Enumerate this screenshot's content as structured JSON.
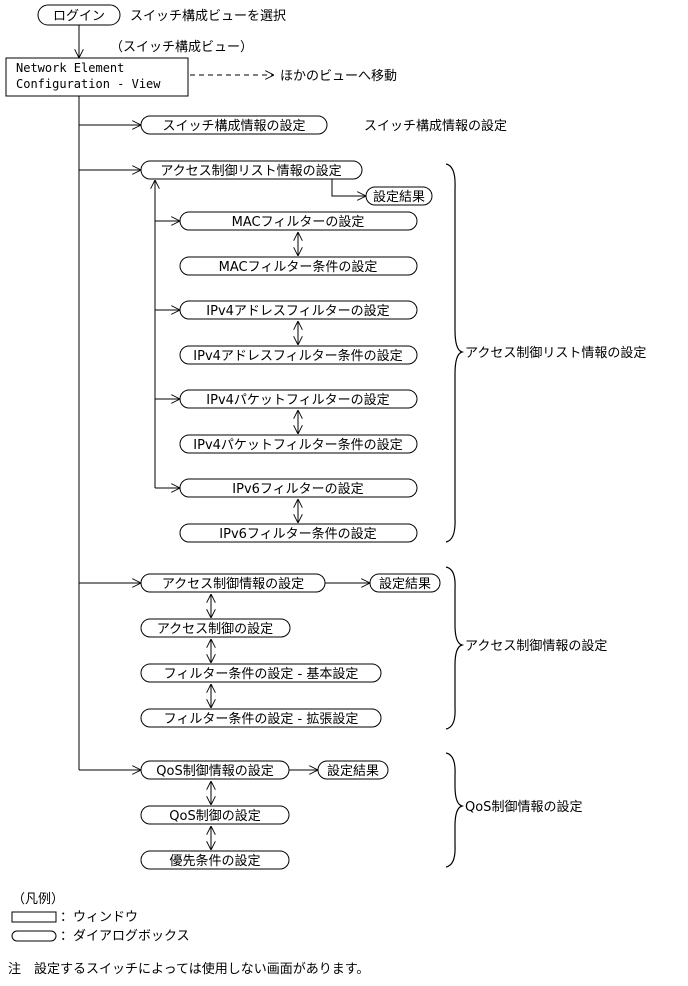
{
  "top": {
    "login_label": "ログイン",
    "select_label": "スイッチ構成ビューを選択",
    "view_caption": "（スイッチ構成ビュー）",
    "main_window_line1": "Network Element",
    "main_window_line2": "Configuration - View",
    "other_view_label": "ほかのビューへ移動"
  },
  "switch_section": {
    "dialog_label": "スイッチ構成情報の設定",
    "desc_label": "スイッチ構成情報の設定"
  },
  "acl_list_section": {
    "main_label": "アクセス制御リスト情報の設定",
    "result_label": "設定結果",
    "mac_filter": "MACフィルターの設定",
    "mac_filter_cond": "MACフィルター条件の設定",
    "ipv4_addr_filter": "IPv4アドレスフィルターの設定",
    "ipv4_addr_filter_cond": "IPv4アドレスフィルター条件の設定",
    "ipv4_packet_filter": "IPv4パケットフィルターの設定",
    "ipv4_packet_filter_cond": "IPv4パケットフィルター条件の設定",
    "ipv6_filter": "IPv6フィルターの設定",
    "ipv6_filter_cond": "IPv6フィルター条件の設定",
    "brace_label": "アクセス制御リスト情報の設定"
  },
  "acl_info_section": {
    "main_label": "アクセス制御情報の設定",
    "result_label": "設定結果",
    "acl_setting": "アクセス制御の設定",
    "filter_basic": "フィルター条件の設定 - 基本設定",
    "filter_ext": "フィルター条件の設定 - 拡張設定",
    "brace_label": "アクセス制御情報の設定"
  },
  "qos_section": {
    "main_label": "QoS制御情報の設定",
    "result_label": "設定結果",
    "qos_setting": "QoS制御の設定",
    "priority_setting": "優先条件の設定",
    "brace_label": "QoS制御情報の設定"
  },
  "legend": {
    "title": "（凡例）",
    "window_label": "：ウィンドウ",
    "dialog_label": "：ダイアログボックス"
  },
  "note": {
    "text": "注　設定するスイッチによっては使用しない画面があります。"
  }
}
